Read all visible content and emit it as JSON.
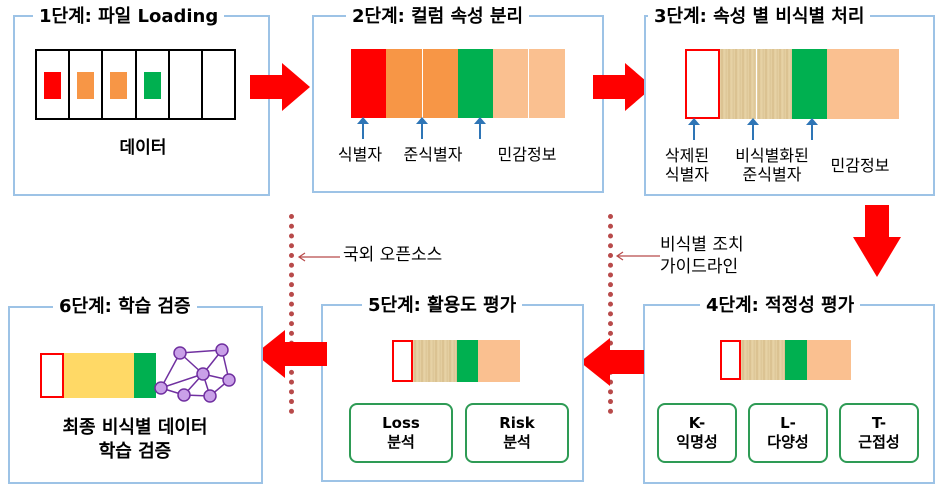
{
  "stage1": {
    "title": "1단계: 파일 Loading",
    "label": "데이터"
  },
  "stage2": {
    "title": "2단계: 컬럼 속성 분리",
    "labels": [
      "식별자",
      "준식별자",
      "민감정보"
    ]
  },
  "stage3": {
    "title": "3단계: 속성 별 비식별 처리",
    "labels": [
      "삭제된\n식별자",
      "비식별화된\n준식별자",
      "민감정보"
    ]
  },
  "stage4": {
    "title": "4단계: 적정성 평가",
    "buttons": [
      "K-\n익명성",
      "L-\n다양성",
      "T-\n근접성"
    ]
  },
  "stage5": {
    "title": "5단계: 활용도 평가",
    "buttons": [
      "Loss\n분석",
      "Risk\n분석"
    ]
  },
  "stage6": {
    "title": "6단계: 학습 검증",
    "label": "최종 비식별 데이터\n학습 검증"
  },
  "annotations": {
    "overseas": "국외 오픈소스",
    "guideline": "비식별 조치\n가이드라인"
  },
  "colors": {
    "border": "#9dc3e6",
    "red": "#ff0000",
    "orange": "#f79646",
    "green": "#00b050",
    "peach": "#fac090",
    "yellow": "#ffd966",
    "node": "#c9a0e8",
    "dotted": "#b84a4a"
  }
}
